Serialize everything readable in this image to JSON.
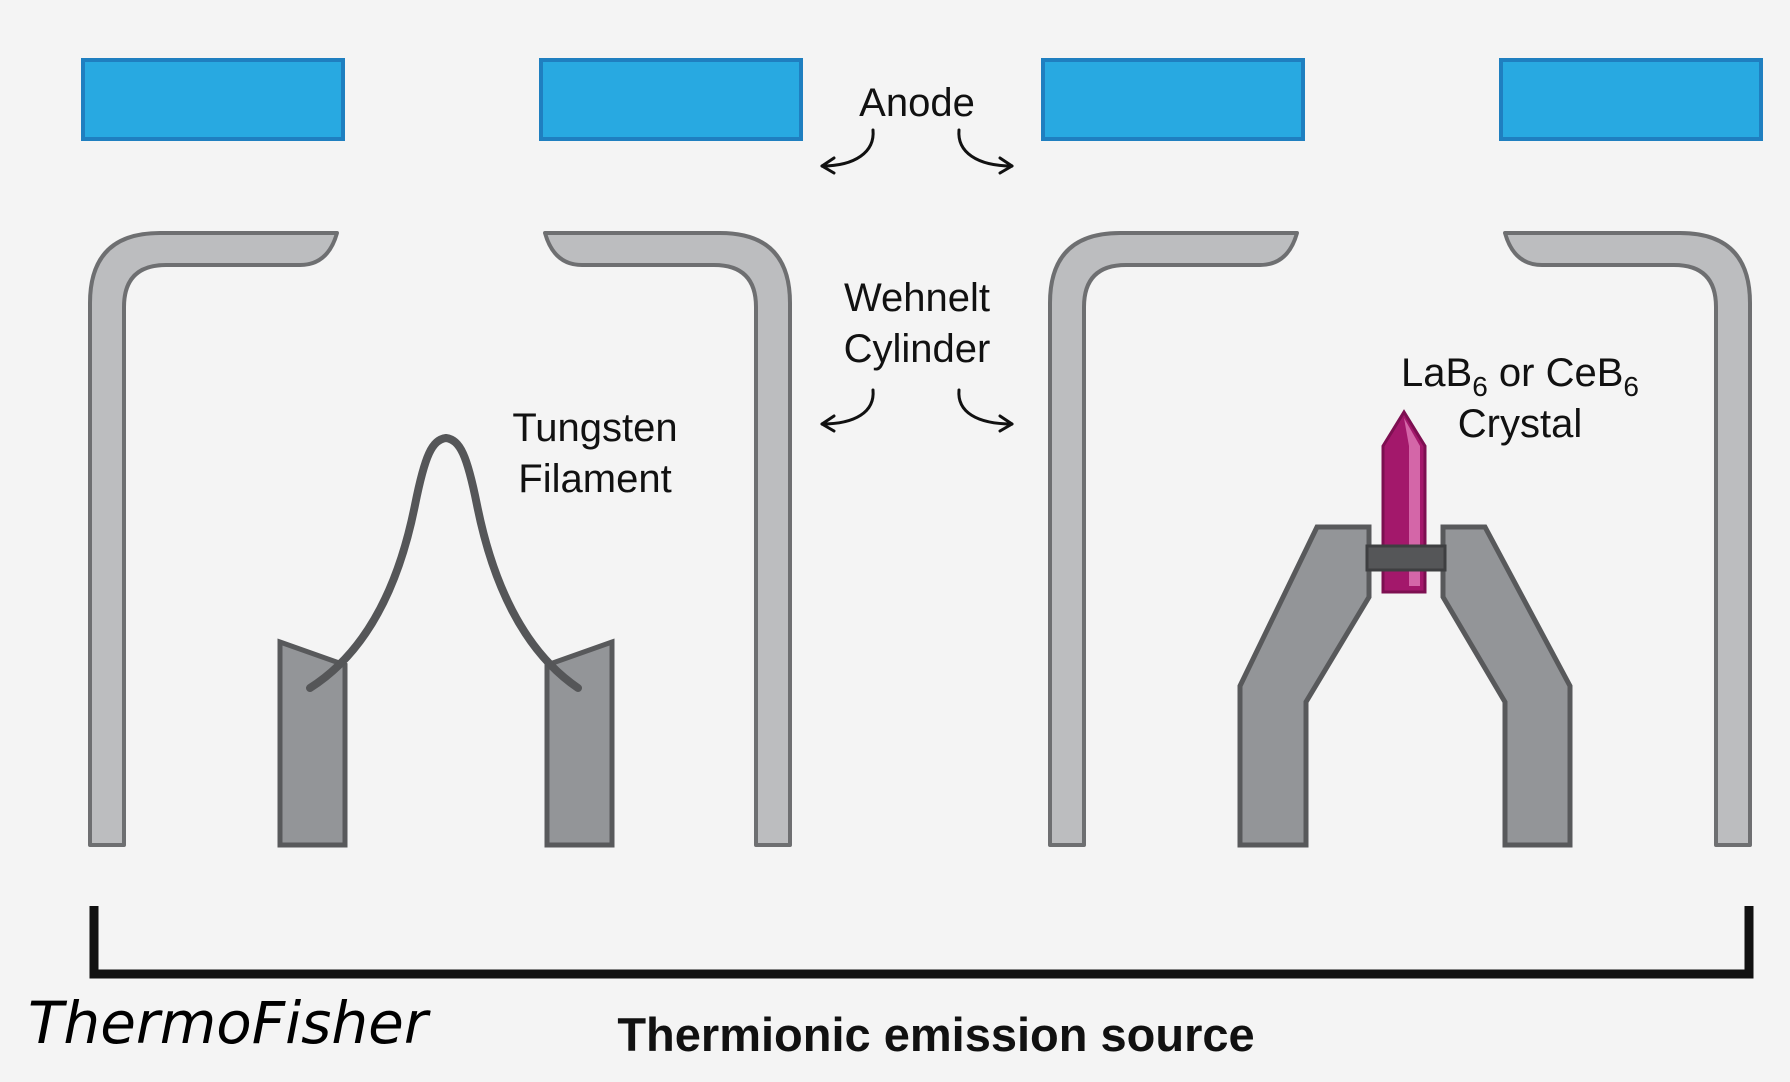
{
  "labels": {
    "anode": "Anode",
    "wehnelt_line1": "Wehnelt",
    "wehnelt_line2": "Cylinder",
    "tungsten_line1": "Tungsten",
    "tungsten_line2": "Filament",
    "crystal_prefix_1": "LaB",
    "crystal_sub_1": "6",
    "crystal_middle": " or CeB",
    "crystal_sub_2": "6",
    "crystal_line2": "Crystal",
    "caption": "Thermionic emission source",
    "brand": "ThermoFisher"
  },
  "colors": {
    "background": "#f4f4f4",
    "anode_fill": "#28a9e1",
    "anode_stroke": "#1f7fc0",
    "wehnelt_fill": "#bcbdbf",
    "wehnelt_stroke": "#6e6f71",
    "holder_fill": "#939598",
    "holder_stroke": "#58595b",
    "filament": "#555658",
    "crystal_fill": "#a3186b",
    "crystal_highlight": "#d466a8",
    "bracket": "#111111"
  }
}
